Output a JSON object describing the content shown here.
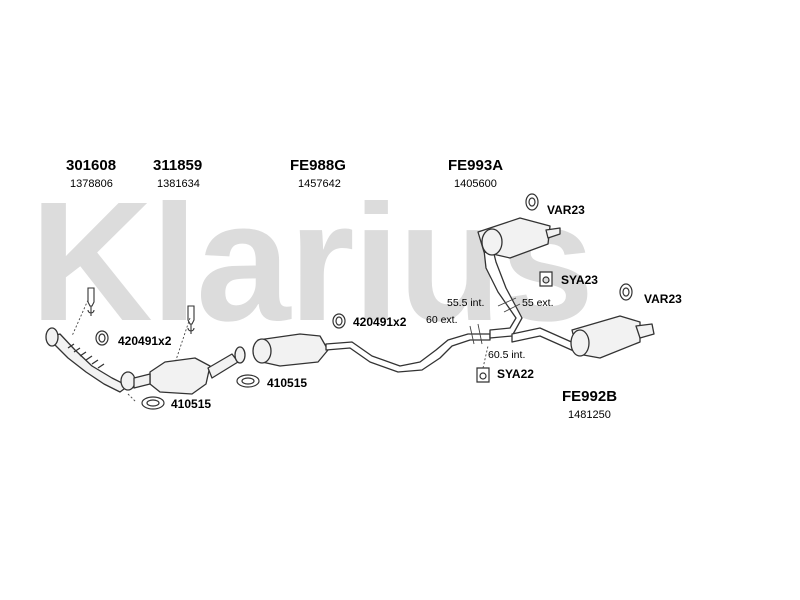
{
  "watermark": "Klarius",
  "headers": [
    {
      "code": "301608",
      "ref": "1378806"
    },
    {
      "code": "311859",
      "ref": "1381634"
    },
    {
      "code": "FE988G",
      "ref": "1457642"
    },
    {
      "code": "FE993A",
      "ref": "1405600"
    },
    {
      "code": "FE992B",
      "ref": "1481250"
    }
  ],
  "parts": {
    "var23_top": "VAR23",
    "sya23": "SYA23",
    "var23_right": "VAR23",
    "sya22": "SYA22",
    "p420491_left": "420491x2",
    "p420491_mid": "420491x2",
    "p410515_left": "410515",
    "p410515_mid": "410515"
  },
  "measurements": {
    "m55_5_int": "55.5 int.",
    "m55_ext": "55 ext.",
    "m60_ext": "60 ext.",
    "m60_5_int": "60.5 int."
  },
  "colors": {
    "watermark": "#dcdcdc",
    "line": "#333333",
    "fill": "#f2f2f2",
    "text": "#000000"
  }
}
